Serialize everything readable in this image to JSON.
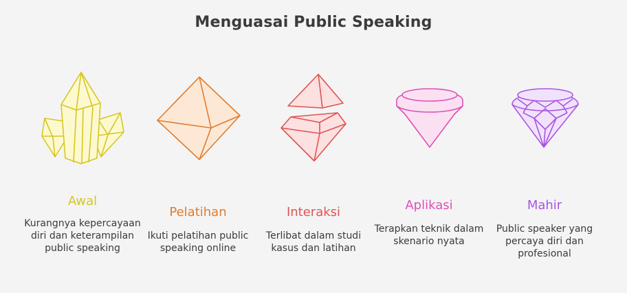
{
  "title": "Menguasai Public Speaking",
  "stages": [
    {
      "label": "Awal",
      "description": "Kurangnya kepercayaan diri dan keterampilan public speaking",
      "icon": "crystal-cluster-icon",
      "color": "#d6c623"
    },
    {
      "label": "Pelatihan",
      "description": "Ikuti pelatihan public speaking online",
      "icon": "octahedron-gem-icon",
      "color": "#e07b2b"
    },
    {
      "label": "Interaksi",
      "description": "Terlibat dalam studi kasus dan latihan",
      "icon": "split-gem-icon",
      "color": "#e05252"
    },
    {
      "label": "Aplikasi",
      "description": "Terapkan teknik dalam skenario nyata",
      "icon": "cut-gem-icon",
      "color": "#dd4fb6"
    },
    {
      "label": "Mahir",
      "description": "Public speaker yang percaya diri dan profesional",
      "icon": "diamond-icon",
      "color": "#a855e0"
    }
  ]
}
